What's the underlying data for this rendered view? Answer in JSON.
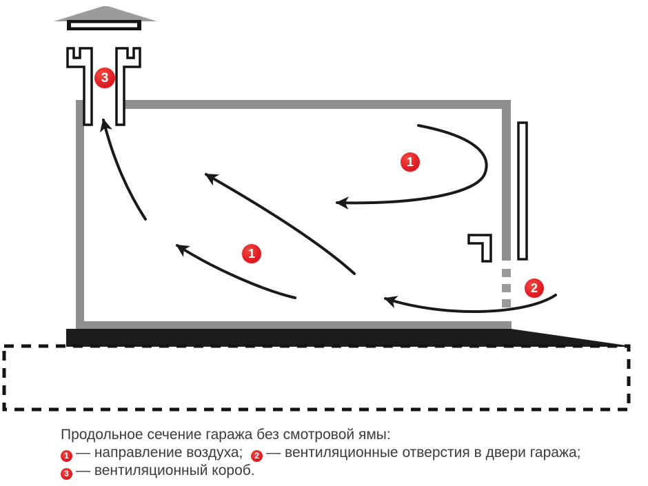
{
  "legend": {
    "title": "Продольное сечение гаража без смотровой ямы:",
    "items": [
      {
        "num": "1",
        "text": "— направление воздуха;"
      },
      {
        "num": "2",
        "text": "— вентиляционные отверстия в двери гаража;"
      },
      {
        "num": "3",
        "text": "— вентиляционный короб."
      }
    ]
  },
  "markers": {
    "air_flow": "1",
    "door_vents": "2",
    "vent_duct": "3"
  },
  "colors": {
    "accent_red": "#e31e24",
    "wall_gray": "#8f8f8f",
    "cap_gray": "#9b9b9b",
    "line_black": "#1a1a1a",
    "text_gray": "#3b3b3b"
  }
}
